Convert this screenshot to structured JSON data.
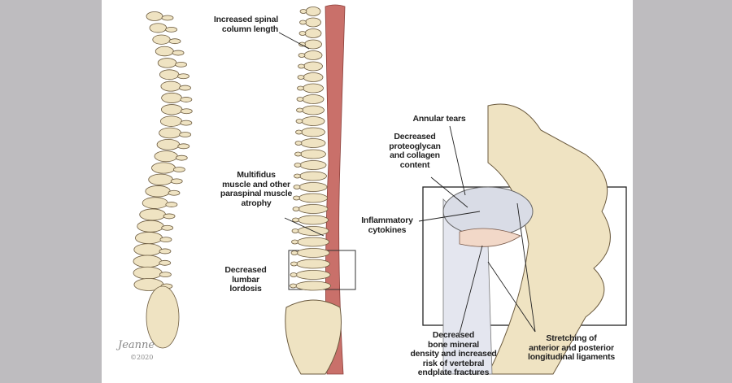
{
  "labels": {
    "spinal_length": [
      "Increased spinal",
      "column length"
    ],
    "multifidus": [
      "Multifidus",
      "muscle and other",
      "paraspinal muscle",
      "atrophy"
    ],
    "lordosis": [
      "Decreased",
      "lumbar",
      "lordosis"
    ],
    "annular": [
      "Annular tears"
    ],
    "proteoglycan": [
      "Decreased",
      "proteoglycan",
      "and collagen",
      "content"
    ],
    "cytokines": [
      "Inflammatory",
      "cytokines"
    ],
    "bone_density": [
      "Decreased",
      "bone mineral",
      "density and increased",
      "risk of vertebral",
      "endplate fractures"
    ],
    "ligaments": [
      "Stretching of",
      "anterior and posterior",
      "longitudinal ligaments"
    ]
  },
  "signature": {
    "name": "Jeanne",
    "year": "©2020"
  },
  "colors": {
    "bone": "#efe3c2",
    "bone_edge": "#6b5a3e",
    "muscle": "#c9706a",
    "side_bars": "#bebcbf",
    "disc": "#d9dce6"
  }
}
